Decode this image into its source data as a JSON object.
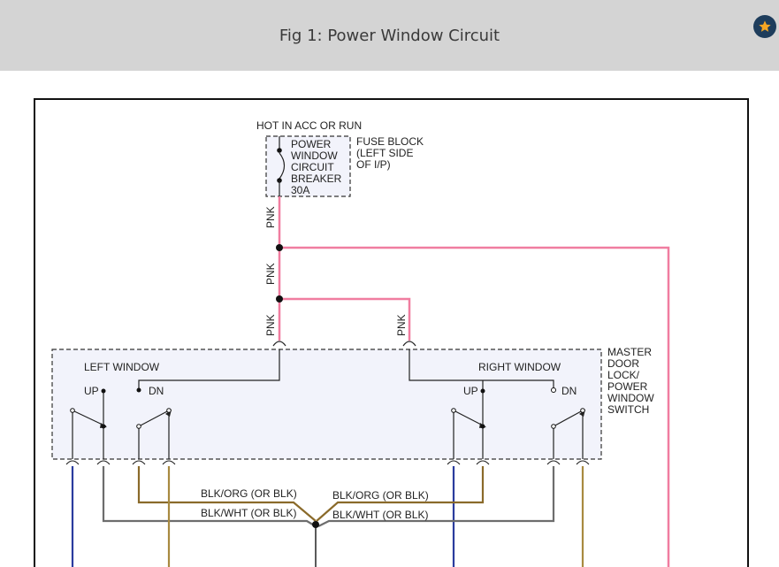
{
  "header": {
    "title": "Fig 1: Power Window Circuit"
  },
  "icons": {
    "favorite": "star-icon",
    "favorite_bg": "#1e3d5c",
    "favorite_fg": "#f5a623"
  },
  "colors": {
    "pink": "#f07da0",
    "blue": "#2b3c9e",
    "brown": "#8a6a2a",
    "tan": "#a88a40",
    "gray": "#6d6d6d",
    "line": "#222222",
    "box_fill": "#f2f3fb"
  },
  "diagram": {
    "hot_label": "HOT IN ACC OR RUN",
    "breaker": [
      "POWER",
      "WINDOW",
      "CIRCUIT",
      "BREAKER",
      "30A"
    ],
    "fuse_block": [
      "FUSE BLOCK",
      "(LEFT SIDE",
      "OF I/P)"
    ],
    "wire_pnk": "PNK",
    "left_window": "LEFT WINDOW",
    "right_window": "RIGHT WINDOW",
    "up": "UP",
    "dn": "DN",
    "master_switch": [
      "MASTER",
      "DOOR",
      "LOCK/",
      "POWER",
      "WINDOW",
      "SWITCH"
    ],
    "blk_org": "BLK/ORG (OR BLK)",
    "blk_wht": "BLK/WHT (OR BLK)"
  }
}
